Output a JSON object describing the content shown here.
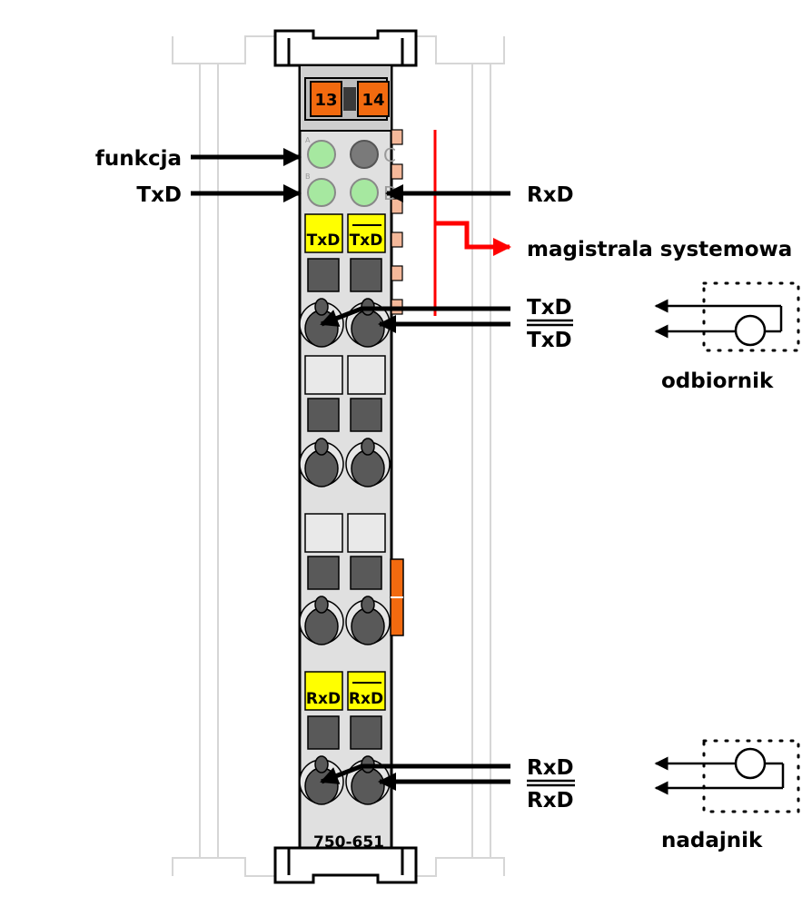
{
  "module": {
    "model_number": "750-651",
    "terminal_numbers": [
      "13",
      "14"
    ],
    "led_letters": [
      "A",
      "B",
      "C",
      "D"
    ]
  },
  "terminal_labels": {
    "txd": "TxD",
    "txd_inverted": "TxD",
    "rxd": "RxD",
    "rxd_inverted": "RxD"
  },
  "annotations": {
    "funkcja": "funkcja",
    "txd_led": "TxD",
    "rxd_led": "RxD",
    "bus": "magistrala systemowa",
    "txd_out": "TxD",
    "txd_out_inverted": "TxD",
    "rxd_in": "RxD",
    "rxd_in_inverted": "RxD",
    "receiver": "odbiornik",
    "transmitter": "nadajnik"
  },
  "colors": {
    "housing": "#e0e0e0",
    "outline": "#000000",
    "label_yellow": "#ffff00",
    "terminal_orange": "#f26a0f",
    "led_green": "#a6e8a0",
    "led_gray": "#7a7a7a",
    "bus_red": "#ff0000",
    "contact_orange": "#f4b89a",
    "clamp_gray": "#595959"
  }
}
